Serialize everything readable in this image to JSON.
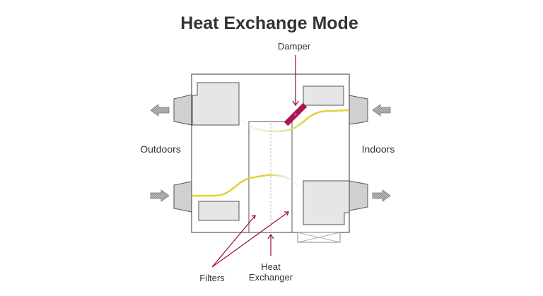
{
  "title": "Heat Exchange Mode",
  "labels": {
    "damper": "Damper",
    "outdoors": "Outdoors",
    "indoors": "Indoors",
    "filters": "Filters",
    "heat_exchanger_line1": "Heat",
    "heat_exchanger_line2": "Exchanger"
  },
  "colors": {
    "airflow": "#e3cf3a",
    "pointer": "#a01050",
    "damper": "#b0144f",
    "block_fill": "#e6e6e6",
    "duct_fill": "#d0d0d0",
    "outline": "#555555"
  }
}
